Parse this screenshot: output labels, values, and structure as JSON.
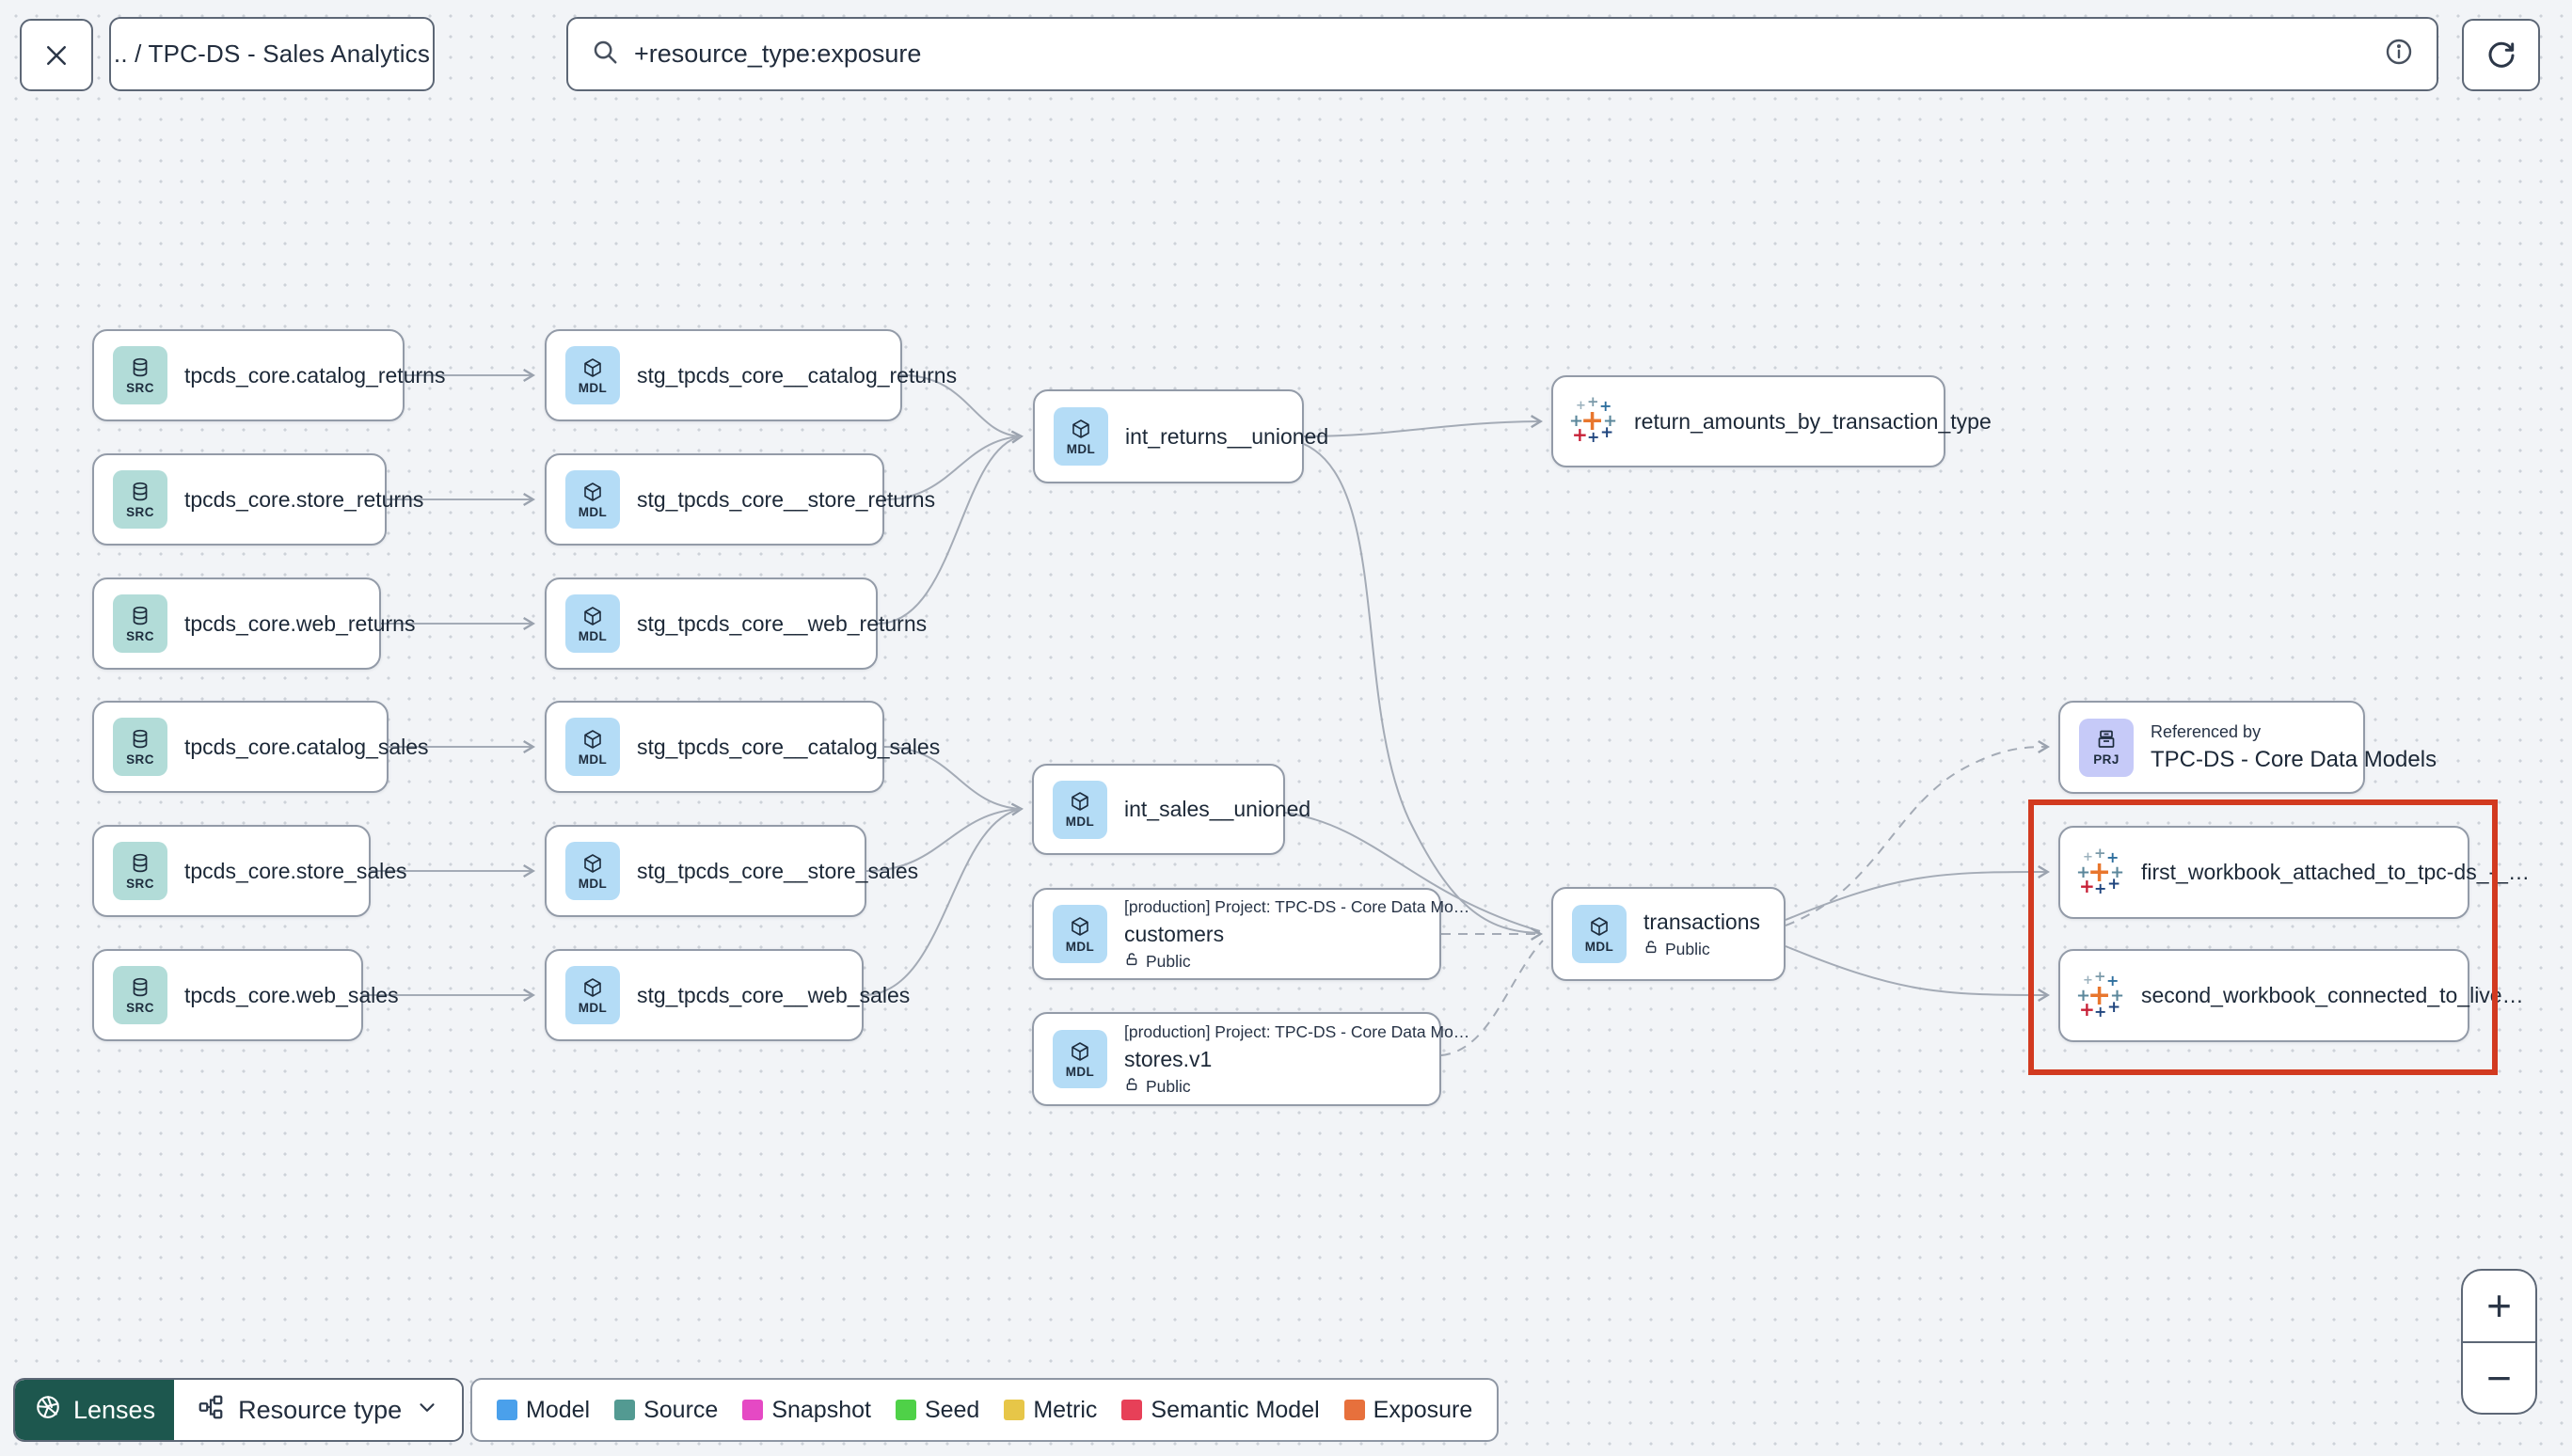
{
  "header": {
    "breadcrumb": ".. / TPC-DS - Sales Analytics",
    "search": {
      "value": "+resource_type:exposure"
    }
  },
  "badges": {
    "source": "SRC",
    "model": "MDL",
    "project": "PRJ"
  },
  "nodes": {
    "sources": [
      "tpcds_core.catalog_returns",
      "tpcds_core.store_returns",
      "tpcds_core.web_returns",
      "tpcds_core.catalog_sales",
      "tpcds_core.store_sales",
      "tpcds_core.web_sales"
    ],
    "staging": [
      "stg_tpcds_core__catalog_returns",
      "stg_tpcds_core__store_returns",
      "stg_tpcds_core__web_returns",
      "stg_tpcds_core__catalog_sales",
      "stg_tpcds_core__store_sales",
      "stg_tpcds_core__web_sales"
    ],
    "int_returns": "int_returns__unioned",
    "int_sales": "int_sales__unioned",
    "exposure_return_amounts": "return_amounts_by_transaction_type",
    "customers": {
      "context": "[production] Project: TPC-DS - Core Data Mo…",
      "name": "customers",
      "access": "Public"
    },
    "stores": {
      "context": "[production] Project: TPC-DS - Core Data Mo…",
      "name": "stores.v1",
      "access": "Public"
    },
    "transactions": {
      "name": "transactions",
      "access": "Public"
    },
    "referenced_by": {
      "label": "Referenced by",
      "name": "TPC-DS - Core Data Models"
    },
    "workbooks": [
      "first_workbook_attached_to_tpc-ds_-_…",
      "second_workbook_connected_to_live…"
    ]
  },
  "footer": {
    "lenses_label": "Lenses",
    "resource_type_label": "Resource type",
    "legend": [
      {
        "label": "Model",
        "color": "#4aa0eb"
      },
      {
        "label": "Source",
        "color": "#539a92"
      },
      {
        "label": "Snapshot",
        "color": "#e549c4"
      },
      {
        "label": "Seed",
        "color": "#4fd148"
      },
      {
        "label": "Metric",
        "color": "#e7c648"
      },
      {
        "label": "Semantic Model",
        "color": "#e74058"
      },
      {
        "label": "Exposure",
        "color": "#e7703c"
      }
    ]
  },
  "zoom_controls": {
    "zoom_in": "+",
    "zoom_out": "−"
  }
}
